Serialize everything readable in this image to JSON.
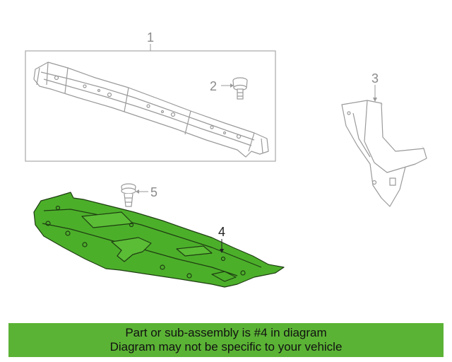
{
  "callouts": {
    "c1": "1",
    "c2": "2",
    "c3": "3",
    "c4": "4",
    "c5": "5"
  },
  "banner": {
    "line1": "Part or sub-assembly is #4 in diagram",
    "line2": "Diagram may not be specific to your vehicle"
  },
  "colors": {
    "highlight": "#5bb335",
    "part_fill": "#4caf2a",
    "line_gray": "#9a9a9a"
  }
}
